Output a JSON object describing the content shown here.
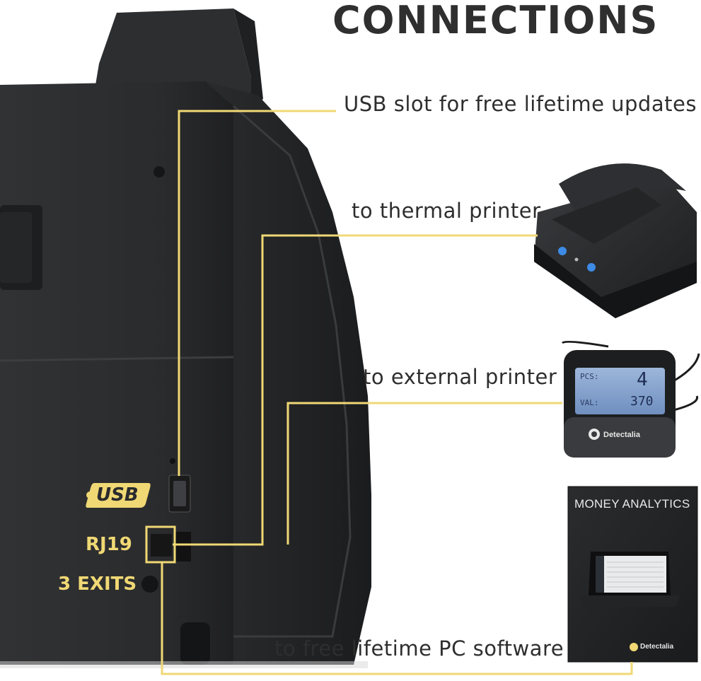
{
  "heading": "CONNECTIONS",
  "captions": {
    "usb_slot": "USB slot for free lifetime updates",
    "thermal_printer": "to thermal printer",
    "external_printer": "to external printer",
    "pc_software": "to free lifetime PC software"
  },
  "ports": {
    "usb": "USB",
    "rj19": "RJ19",
    "exits": "3 EXITS"
  },
  "display": {
    "pcs_label": "PCS:",
    "pcs_value": "4",
    "val_label": "VAL:",
    "val_value": "370",
    "brand": "Detectalia"
  },
  "software_box": {
    "title": "MONEY ANALYTICS",
    "brand": "Detectalia"
  },
  "colors": {
    "accent_yellow": "#f0d874",
    "device_body": "#2c2d2f",
    "heading_text": "#2f2f2f",
    "caption_text": "#2e2e2e",
    "lcd_blue": "#7a9ccb"
  },
  "icons": {
    "usb_badge": "usb-icon"
  }
}
